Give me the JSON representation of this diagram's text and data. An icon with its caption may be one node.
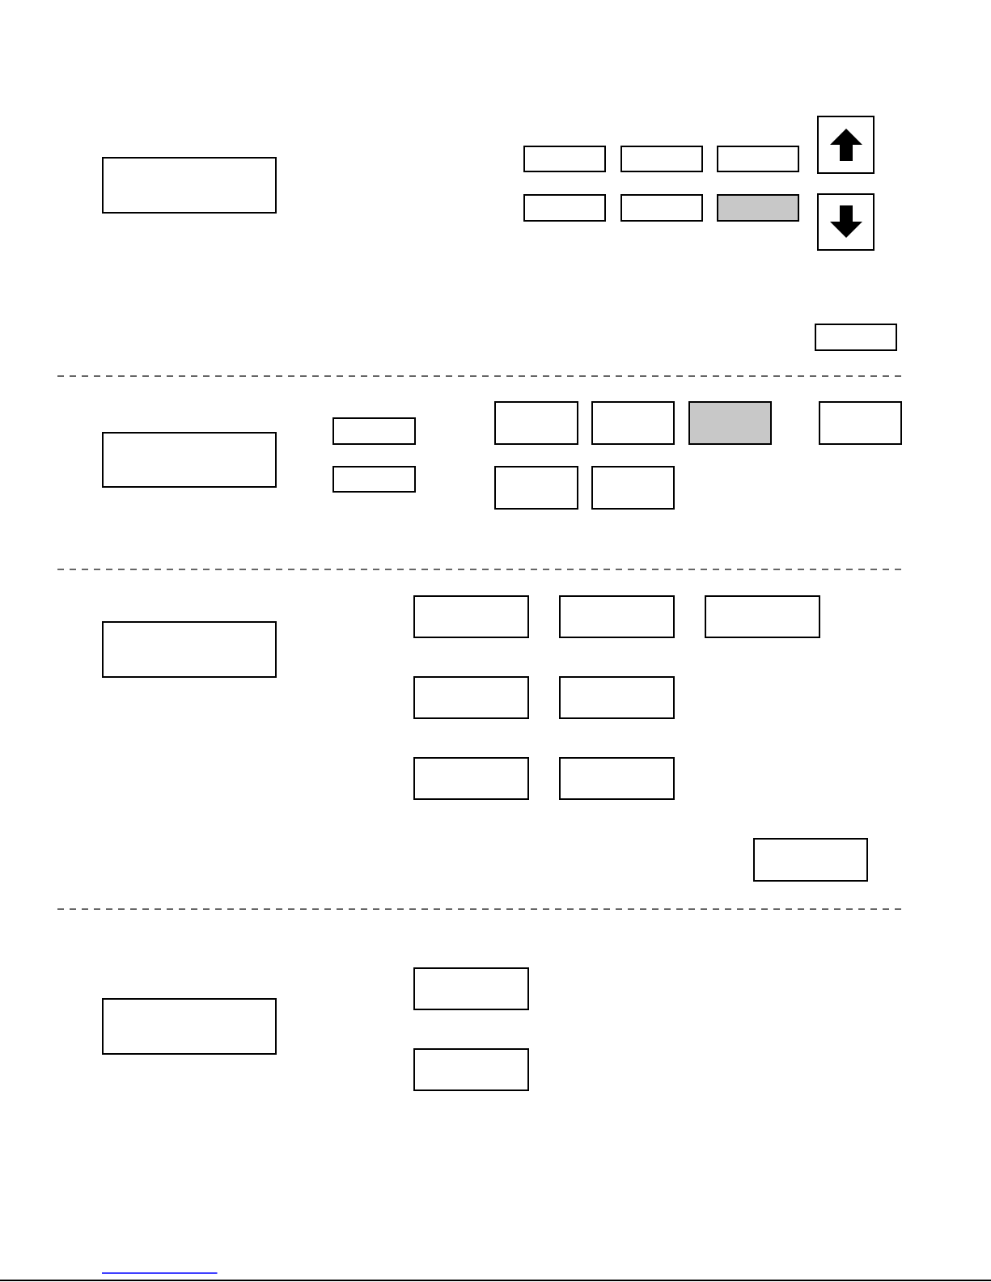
{
  "diagram": {
    "nodes": [
      {
        "text": [],
        "shape": "box"
      },
      {
        "text": [],
        "shape": "box"
      },
      {
        "text": [],
        "shape": "box"
      },
      {
        "text": [],
        "shape": "box"
      },
      {
        "text": [],
        "shape": "box"
      },
      {
        "text": [],
        "shape": "box"
      },
      {
        "text": [],
        "shape": "box"
      },
      {
        "text": [],
        "shape": "box"
      },
      {
        "text": [],
        "shape": "box"
      },
      {
        "text": [],
        "shape": "box"
      },
      {
        "text": [],
        "shape": "box"
      },
      {
        "text": [],
        "shape": "box"
      },
      {
        "text": [],
        "shape": "box"
      },
      {
        "text": [],
        "shape": "box"
      },
      {
        "text": [],
        "shape": "box"
      },
      {
        "text": [],
        "shape": "box"
      },
      {
        "text": [],
        "shape": "box"
      },
      {
        "text": [],
        "shape": "box"
      },
      {
        "text": [],
        "shape": "box"
      },
      {
        "text": [],
        "shape": "box"
      },
      {
        "text": [],
        "shape": "box"
      },
      {
        "text": [],
        "shape": "box"
      },
      {
        "text": [],
        "shape": "box"
      },
      {
        "text": [],
        "shape": "box"
      },
      {
        "text": [],
        "shape": "box"
      },
      {
        "text": [],
        "shape": "box"
      },
      {
        "text": [],
        "shape": "box"
      },
      {
        "text": [],
        "shape": "box"
      },
      {
        "text": [],
        "shape": "box"
      },
      {
        "text": [],
        "shape": "box"
      },
      {
        "text": [],
        "shape": "box"
      }
    ]
  }
}
